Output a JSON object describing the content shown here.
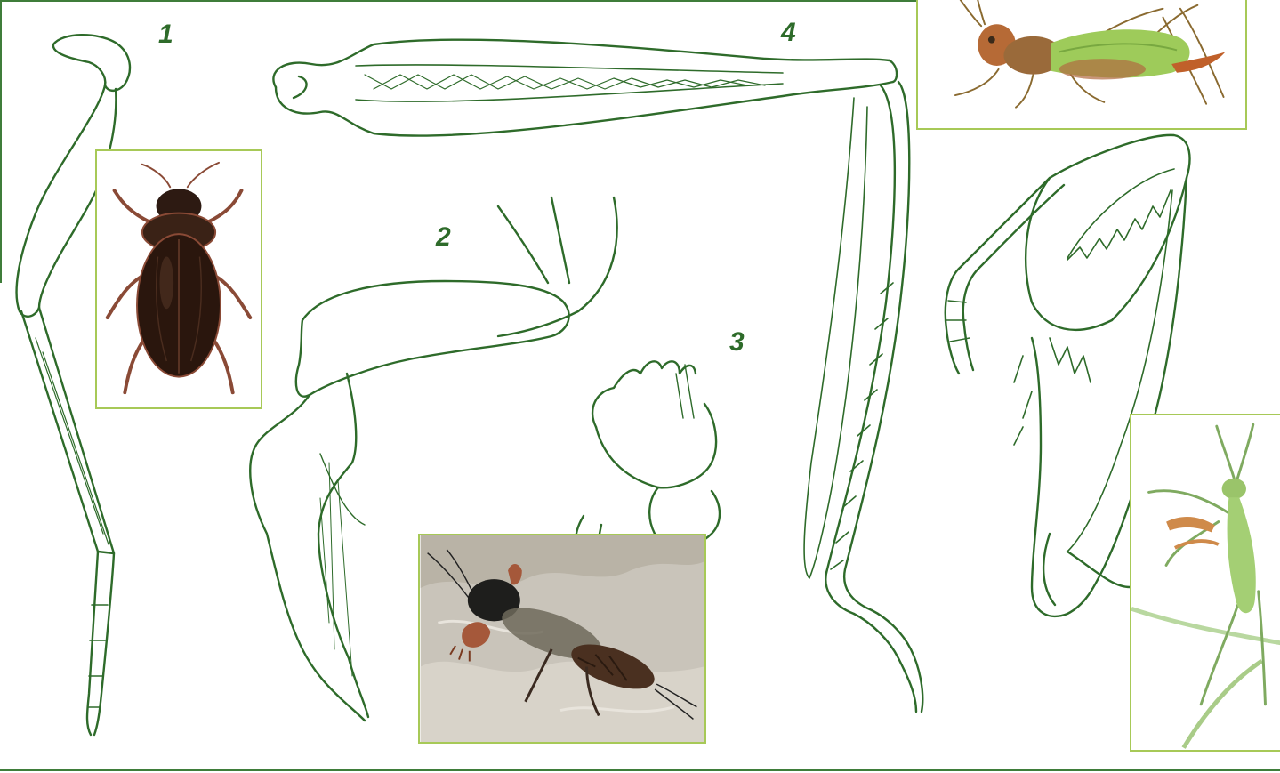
{
  "labels": {
    "leg_1": "1",
    "leg_2": "2",
    "leg_3": "3",
    "leg_4": "4"
  },
  "icons": {
    "beetle_photo": "water-beetle-icon",
    "cricket_photo": "mole-cricket-icon",
    "grasshopper_photo": "bush-cricket-icon",
    "mantis_photo": "praying-mantis-icon"
  },
  "colors": {
    "line": "#2e6b2a",
    "frame": "#3f7d3a",
    "photo_border": "#a7c957",
    "background": "#ffffff"
  }
}
